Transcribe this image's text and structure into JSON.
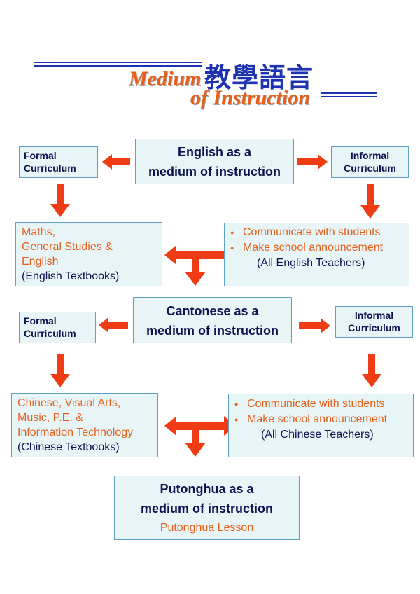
{
  "title": {
    "medium": "Medium",
    "instruction": "of Instruction",
    "chinese": "教學語言"
  },
  "english": {
    "heading_line1": "English as a",
    "heading_line2": "medium of instruction",
    "formal_line1": "Formal",
    "formal_line2": "Curriculum",
    "informal_line1": "Informal",
    "informal_line2": "Curriculum",
    "subjects_line1": "Maths,",
    "subjects_line2": "General Studies &",
    "subjects_line3": "English",
    "subjects_note": "(English Textbooks)",
    "informal_item1": "Communicate with students",
    "informal_item2": "Make school announcement",
    "informal_note": "(All English Teachers)"
  },
  "cantonese": {
    "heading_line1": "Cantonese as a",
    "heading_line2": "medium of instruction",
    "formal_line1": "Formal",
    "formal_line2": "Curriculum",
    "informal_line1": "Informal",
    "informal_line2": "Curriculum",
    "subjects_line1": "Chinese, Visual Arts,",
    "subjects_line2": "Music, P.E. &",
    "subjects_line3": "Information Technology",
    "subjects_note": "(Chinese Textbooks)",
    "informal_item1": "Communicate with students",
    "informal_item2": "Make school announcement",
    "informal_note": "(All Chinese Teachers)"
  },
  "putonghua": {
    "heading_line1": "Putonghua as a",
    "heading_line2": "medium of instruction",
    "lesson": "Putonghua Lesson"
  },
  "colors": {
    "navy": "#0a1450",
    "orange": "#e5601a",
    "arrow": "#f03c14",
    "box_fill": "#e7f5f7",
    "box_border": "#5fa0c8",
    "title_blue": "#1d33b0"
  }
}
